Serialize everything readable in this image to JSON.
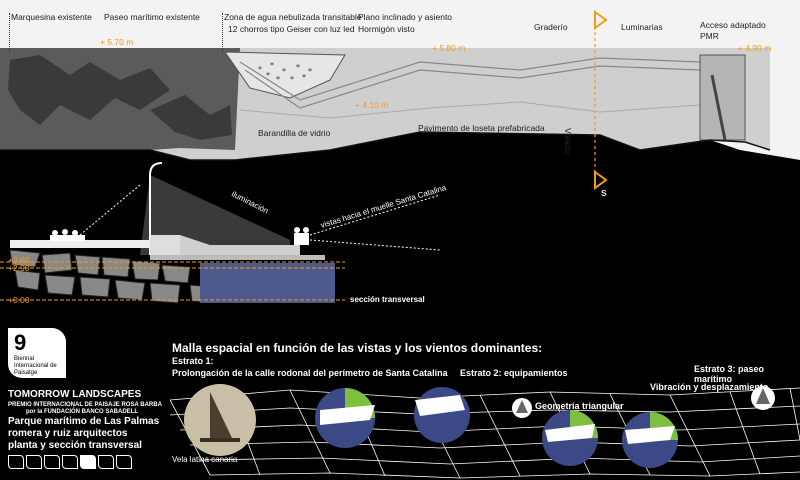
{
  "plan": {
    "labels": {
      "marquesina": "Marquesina existente",
      "paseo": "Paseo marítimo existente",
      "zona_agua_1": "Zona de agua nebulizada transitable",
      "zona_agua_2": "12 chorros tipo Geiser con luz led",
      "plano_1": "Plano inclinado y asiento",
      "plano_2": "Hormigón visto",
      "graderio": "Graderío",
      "luminarias": "Luminarias",
      "acceso_1": "Acceso adaptado",
      "acceso_2": "PMR",
      "barandilla": "Barandilla de vidrio",
      "pavimento": "Pavimento de loseta prefabricada",
      "volado": "Volado"
    },
    "elevations": {
      "e1": "+ 5.70 m",
      "e2": "+ 4.10 m",
      "e3": "+ 5.80 m",
      "e4": "+ 4.90 m"
    },
    "section_marker": "S"
  },
  "section": {
    "iluminacion": "iluminación",
    "vistas": "vistas hacia el muelle Santa Catalina",
    "levels": [
      "+3.60",
      "+2.90",
      "+0.00"
    ],
    "caption": "sección transversal"
  },
  "diagram": {
    "title": "Malla espacial en función de las vistas y los vientos dominantes:",
    "estrato1_title": "Estrato 1:",
    "estrato1_desc": "Prolongación de la calle rodonal del perímetro de Santa Catalina",
    "estrato2": "Estrato 2: equipamientos",
    "estrato3": "Estrato 3: paseo marítimo",
    "vibracion": "Vibración y desplazamiento",
    "geometria": "Geometría triangular",
    "vela": "Vela latina canaria"
  },
  "badge": {
    "number": "9",
    "line1": "Biennal",
    "line2": "Internacional de",
    "line3": "Paisatge"
  },
  "credits": {
    "title": "TOMORROW LANDSCAPES",
    "premio": "PREMIO INTERNACIONAL DE PAISAJE ROSA BARBA",
    "fundacion": "por la FUNDACIÓN BANCO SABADELL",
    "project": "Parque marítimo de Las Palmas",
    "authors": "romera y ruiz arquitectos",
    "sheet": "planta y sección transversal"
  },
  "colors": {
    "elevation": "#f39a1e",
    "accent_green": "#7fbf3f",
    "accent_blue": "#3b4a86"
  }
}
